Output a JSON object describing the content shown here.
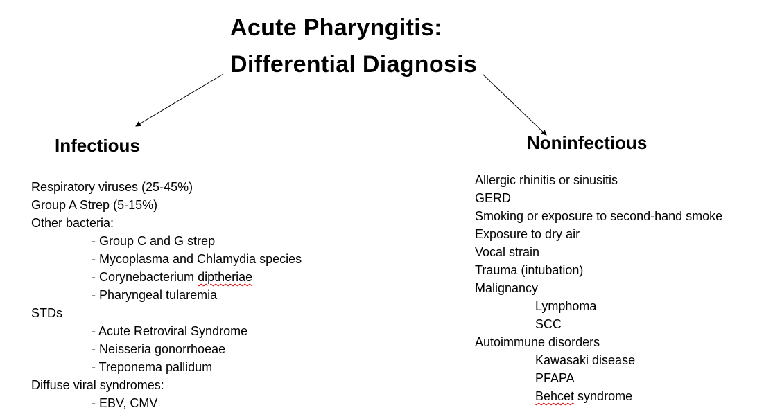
{
  "title": {
    "line1": "Acute Pharyngitis:",
    "line2": "Differential Diagnosis"
  },
  "infectious": {
    "heading": "Infectious",
    "items": [
      "Respiratory viruses (25-45%)",
      "Group A Strep (5-15%)",
      "Other bacteria:",
      "- Group C and G strep",
      "- Mycoplasma and Chlamydia species",
      "- Corynebacterium ",
      "diptheriae",
      "- Pharyngeal tularemia",
      "STDs",
      "- Acute Retroviral Syndrome",
      "- Neisseria gonorrhoeae",
      "- Treponema pallidum",
      "Diffuse viral syndromes:",
      "- EBV, CMV"
    ]
  },
  "noninfectious": {
    "heading": "Noninfectious",
    "items": [
      "Allergic rhinitis or sinusitis",
      "GERD",
      "Smoking or exposure to second-hand smoke",
      "Exposure to dry air",
      "Vocal strain",
      "Trauma (intubation)",
      "Malignancy",
      "Lymphoma",
      "SCC",
      "Autoimmune disorders",
      "Kawasaki disease",
      "PFAPA",
      "Behcet",
      " syndrome"
    ]
  }
}
